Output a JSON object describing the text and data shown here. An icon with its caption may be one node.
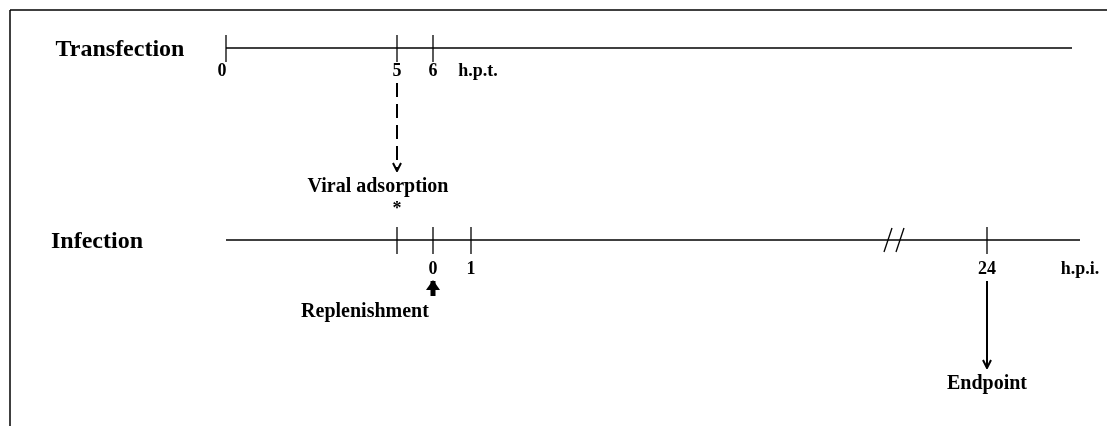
{
  "diagram": {
    "nodes": [
      {
        "text": [
          "5"
        ]
      },
      {
        "text": [
          "Viral adsorption"
        ]
      },
      {
        "text": [
          "0"
        ]
      },
      {
        "text": [
          "Replenishment"
        ]
      },
      {
        "text": [
          "24"
        ]
      },
      {
        "text": [
          "Endpoint"
        ]
      }
    ],
    "edges": [
      {
        "from": 0,
        "to": 1,
        "arrow": "to",
        "style": "dashed"
      },
      {
        "from": 3,
        "to": 2,
        "arrow": "to",
        "style": "thick"
      },
      {
        "from": 4,
        "to": 5,
        "arrow": "to"
      }
    ],
    "labels": [
      "Transfection",
      "0",
      "6",
      "h.p.t.",
      "*",
      "Infection",
      "1",
      "h.p.i."
    ]
  }
}
